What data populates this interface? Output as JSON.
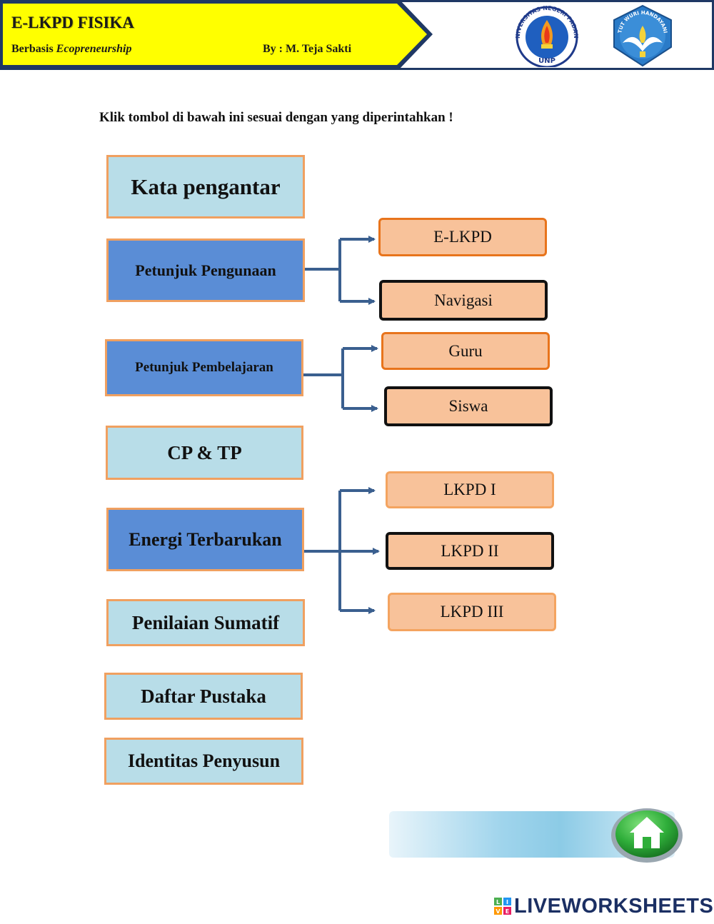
{
  "header": {
    "title": "E-LKPD FISIKA",
    "subtitle_prefix": "Berbasis",
    "subtitle_emphasis": "Ecopreneurship",
    "author": "By : M. Teja Sakti",
    "colors": {
      "banner": "#ffff00",
      "border": "#1f3864"
    },
    "logos": [
      {
        "name": "Universitas Negeri Padang",
        "icon": "unp-logo",
        "text_top": "UNIVERSITAS NEGERI PADANG",
        "text_bottom": "UNP"
      },
      {
        "name": "Tut Wuri Handayani",
        "icon": "tut-wuri-handayani-logo",
        "text": "TUT WURI HANDAYANI"
      }
    ]
  },
  "instruction": "Klik tombol di bawah ini sesuai dengan yang diperintahkan !",
  "menu": {
    "kata_pengantar": "Kata pengantar",
    "petunjuk_penggunaan": "Petunjuk Pengunaan",
    "petunjuk_pembelajaran": "Petunjuk Pembelajaran",
    "cp_tp": "CP & TP",
    "energi_terbarukan": "Energi Terbarukan",
    "penilaian_sumatif": "Penilaian Sumatif",
    "daftar_pustaka": "Daftar Pustaka",
    "identitas_penyusun": "Identitas Penyusun"
  },
  "submenu": {
    "elkpd": "E-LKPD",
    "navigasi": "Navigasi",
    "guru": "Guru",
    "siswa": "Siswa",
    "lkpd1": "LKPD I",
    "lkpd2": "LKPD II",
    "lkpd3": "LKPD III"
  },
  "colors": {
    "menu_light": "#b8dde8",
    "menu_dark": "#5a8dd6",
    "menu_border": "#f0a060",
    "sub_fill": "#f8c29a",
    "connector": "#3a5f8f"
  },
  "footer": {
    "home_icon": "home-icon",
    "brand": "LIVEWORKSHEETS",
    "brand_badge": [
      "L",
      "I",
      "V",
      "E"
    ]
  }
}
